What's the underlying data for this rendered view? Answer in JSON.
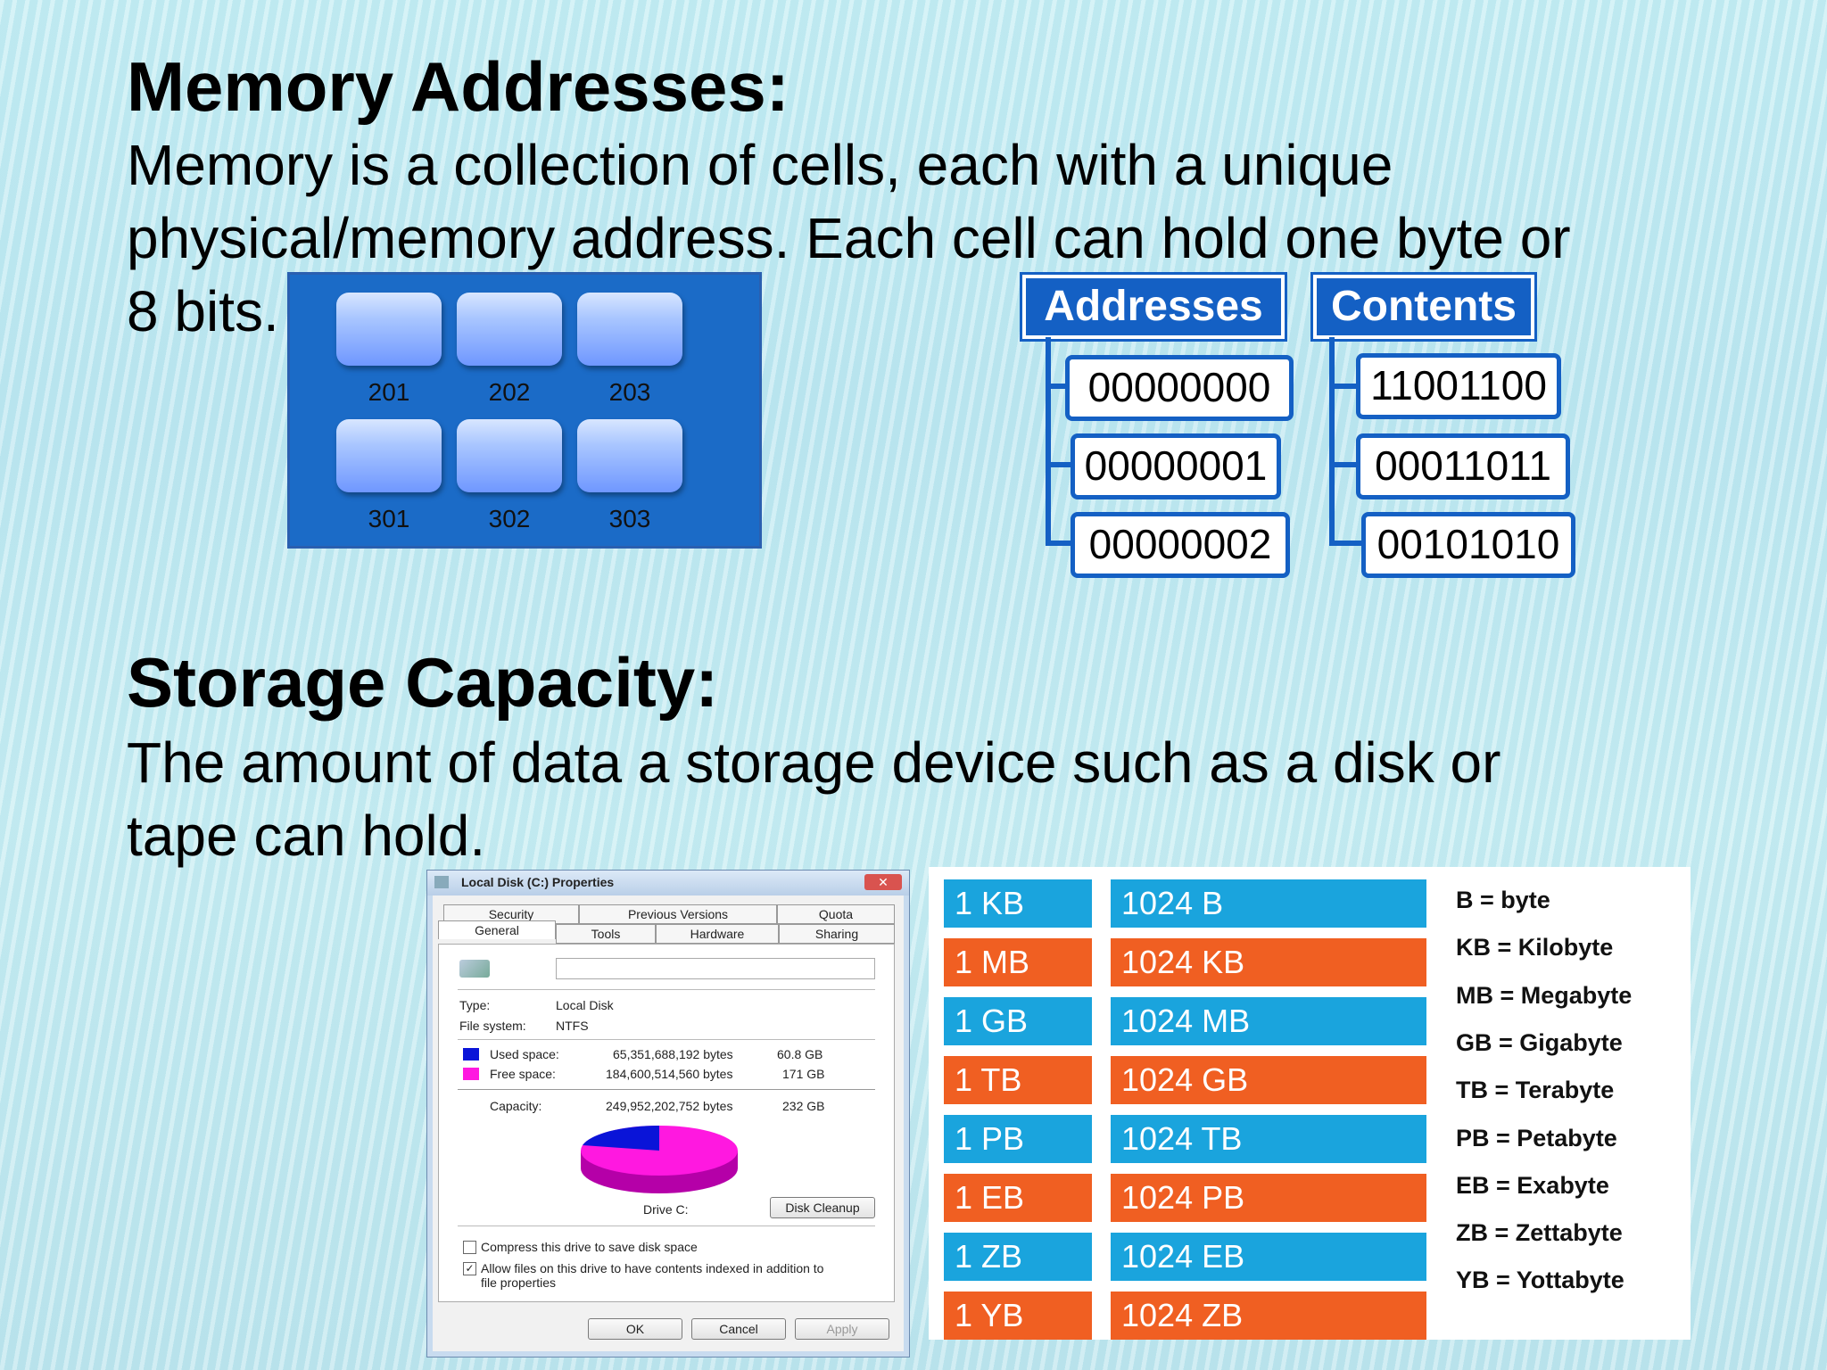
{
  "section1": {
    "heading": "Memory Addresses:",
    "para_line1": "Memory is a collection of cells, each with a unique",
    "para_line2": "physical/memory address. Each cell can hold one byte or",
    "para_line3": "8 bits."
  },
  "cells": {
    "row1": [
      "201",
      "202",
      "203"
    ],
    "row2": [
      "301",
      "302",
      "303"
    ]
  },
  "diagram": {
    "addresses_header": "Addresses",
    "contents_header": "Contents",
    "addresses": [
      "00000000",
      "00000001",
      "00000002"
    ],
    "contents": [
      "11001100",
      "00011011",
      "00101010"
    ]
  },
  "section2": {
    "heading": "Storage Capacity:",
    "para_line1": "The amount of data a storage device such as a disk or",
    "para_line2": "tape can hold."
  },
  "dialog": {
    "title": "Local Disk (C:) Properties",
    "tabs_top": [
      "Security",
      "Previous Versions",
      "Quota"
    ],
    "tabs_bottom": [
      "General",
      "Tools",
      "Hardware",
      "Sharing"
    ],
    "type_label": "Type:",
    "type_value": "Local Disk",
    "fs_label": "File system:",
    "fs_value": "NTFS",
    "used_label": "Used space:",
    "used_bytes": "65,351,688,192 bytes",
    "used_gb": "60.8 GB",
    "free_label": "Free space:",
    "free_bytes": "184,600,514,560 bytes",
    "free_gb": "171 GB",
    "cap_label": "Capacity:",
    "cap_bytes": "249,952,202,752 bytes",
    "cap_gb": "232 GB",
    "drive_label": "Drive C:",
    "cleanup": "Disk Cleanup",
    "compress": "Compress this drive to save disk space",
    "index_line1": "Allow files on this drive to have contents indexed in addition to",
    "index_line2": "file properties",
    "ok": "OK",
    "cancel": "Cancel",
    "apply": "Apply",
    "used_color": "#0a14d8",
    "free_color": "#ff18e0"
  },
  "units": {
    "rows": [
      {
        "unit": "1 KB",
        "value": "1024 B",
        "color": "blue"
      },
      {
        "unit": "1 MB",
        "value": "1024 KB",
        "color": "orange"
      },
      {
        "unit": "1 GB",
        "value": "1024 MB",
        "color": "blue"
      },
      {
        "unit": "1 TB",
        "value": "1024 GB",
        "color": "orange"
      },
      {
        "unit": "1 PB",
        "value": "1024 TB",
        "color": "blue"
      },
      {
        "unit": "1 EB",
        "value": "1024 PB",
        "color": "orange"
      },
      {
        "unit": "1 ZB",
        "value": "1024 EB",
        "color": "blue"
      },
      {
        "unit": "1 YB",
        "value": "1024 ZB",
        "color": "orange"
      }
    ],
    "legend": [
      "B = byte",
      "KB = Kilobyte",
      "MB = Megabyte",
      "GB = Gigabyte",
      "TB = Terabyte",
      "PB = Petabyte",
      "EB = Exabyte",
      "ZB = Zettabyte",
      "YB = Yottabyte"
    ],
    "blue": "#1aa4dd",
    "orange": "#f05f22"
  }
}
